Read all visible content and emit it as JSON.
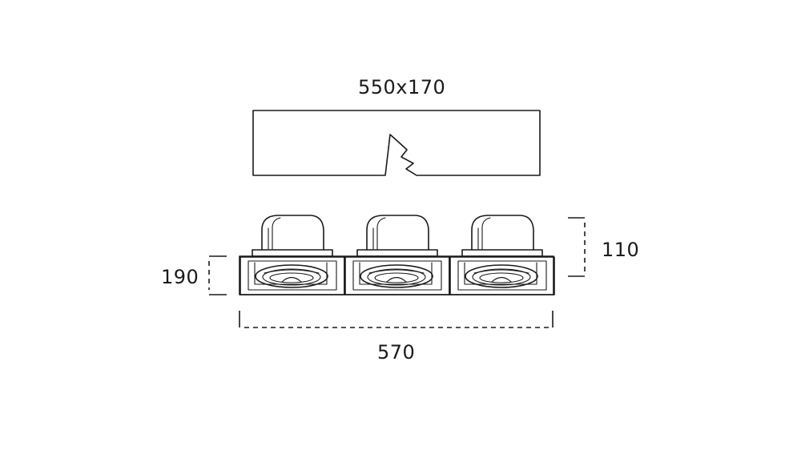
{
  "dimensions": {
    "cutout": "550x170",
    "height": "190",
    "depth": "110",
    "width": "570"
  },
  "colors": {
    "line": "#1a1a1a",
    "background": "#ffffff"
  }
}
